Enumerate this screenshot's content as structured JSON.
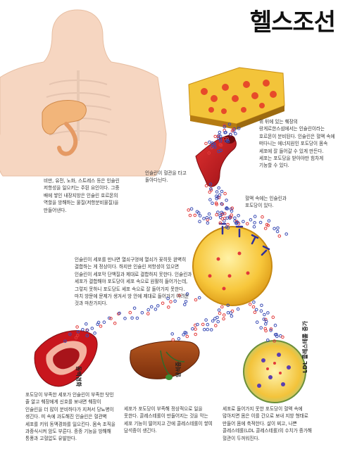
{
  "brand": {
    "title": "헬스조선"
  },
  "captions": {
    "intro": "비만, 유전, 노화, 스트레스 등은 인슐린 저항성을 일으키는 주된 요인이다. 그중 배에 쌓인 내장지방은 인슐린 호르몬의 역할을 방해하는 물질(저항분비물질)을 만들어낸다.",
    "pancreas": "위 뒤에 있는 췌장의 랑게르한스섬에서는 인슐린이라는 호르몬이 분비된다. 인슐린은 혈액 속에 떠다니는 에너지원인 포도당이 몸속 세포에 잘 들어갈 수 있게 만든다. 세포는 포도당을 받아야만 힘차게 기능할 수 있다.",
    "insulin_blood": "인슐린이 혈관을 타고 돌아다닌다.",
    "glucose_blood": "혈액 속에는 인슐린과 포도당이 있다.",
    "cell": "인슐린이 세포를 만나면 열쇠구멍에 열쇠가 꽂히듯 완벽히 결합하는 게 정상이다. 하지만 인슐린 저항성이 있으면 인슐린이 세포막 단백질과 제대로 결합하지 못한다. 인슐린과 세포가 결합해야 포도당이 세포 속으로 원활히 들어가는데, 그렇지 못하니 포도당도 세포 속으로 잘 들어가지 못한다. 마치 방문에 문제가 생겨서 방 안에 제대로 들어가기 어려운 것과 마찬가지다.",
    "vessel": "포도당이 부족한 세포가 인슐린이 부족한 탓인 줄 알고 췌장에게 신호를 보내면 췌장이 인슐린을 더 많이 분비하다가 지쳐서 당뇨병이 생긴다. 피 속에 과도해진 인슐린은 혈관벽 세포를 키워 동맥경화를 일으킨다. 몸속 조직을 과증식시켜 암도 부른다. 종종 기능을 방해해 통풍과 고혈압도 유발한다.",
    "liver": "세포가 포도당이 부족해 정상적으로 일을 못한다. 콜레스테롤이 만들어지는 것을 막는 세포 기능이 떨어지고 간에 콜레스테롤이 쌓여 담석증이 생긴다.",
    "ldl": "세포로 들어가지 못한 포도당이 혈액 속에 많아지면 몸은 이를 간으로 보내 지방 형태로 만들어 몸에 축적한다. 살이 찌고, 나쁜 콜레스테롤(LDL 콜레스테롤)의 수치가 증가해 혈관이 두꺼워진다."
  },
  "labels": {
    "artery": "동맥경화",
    "liver": "담석증",
    "ldl": "LDL 콜레스테롤 증가"
  },
  "colors": {
    "insulin": "#3b4db5",
    "glucose": "#e23a3a",
    "cell": "#f7c63a",
    "vessel": "#c8161d",
    "liver": "#8b3a12",
    "skin": "#f6d6c1"
  }
}
